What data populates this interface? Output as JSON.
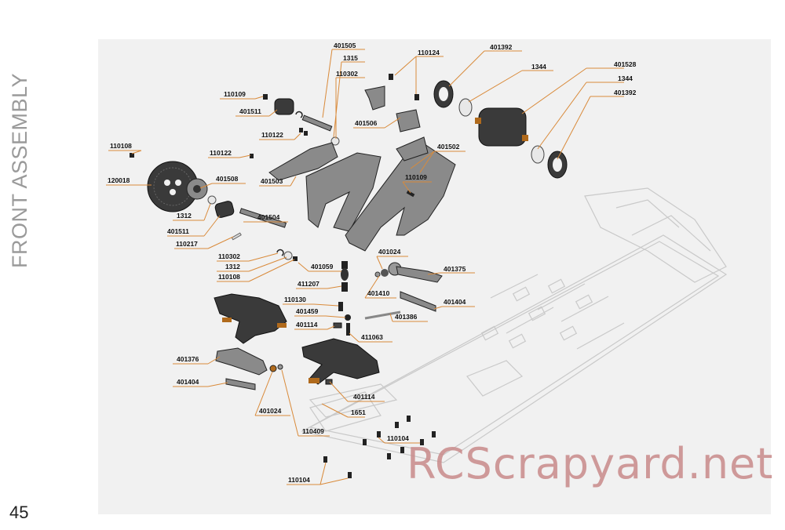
{
  "side_title": "FRONT ASSEMBLY",
  "page_number": "45",
  "watermark": "RCScrapyard.net",
  "colors": {
    "leader": "#d98a3a",
    "panel": "#f1f1f1",
    "watermark": "#c98a8a"
  },
  "labels": {
    "p401505": "401505",
    "p1315": "1315",
    "p401302": "110302",
    "p110124": "110124",
    "p401392a": "401392",
    "p1344a": "1344",
    "p401528": "401528",
    "p1344b": "1344",
    "p401392b": "401392",
    "p110109a": "110109",
    "p401511a": "401511",
    "p110122a": "110122",
    "p401506": "401506",
    "p110108a": "110108",
    "p110122b": "110122",
    "p401502": "401502",
    "p120018": "120018",
    "p401508": "401508",
    "p401503": "401503",
    "p110109b": "110109",
    "p1312a": "1312",
    "p401504": "401504",
    "p401511b": "401511",
    "p110217": "110217",
    "p110302": "110302",
    "p1312b": "1312",
    "p110108b": "110108",
    "p401059": "401059",
    "p401024a": "401024",
    "p401375": "401375",
    "p411207": "411207",
    "p401410": "401410",
    "p110130": "110130",
    "p401404a": "401404",
    "p401459": "401459",
    "p401386": "401386",
    "p401114a": "401114",
    "p411063": "411063",
    "p401376": "401376",
    "p401404b": "401404",
    "p401114b": "401114",
    "p401024b": "401024",
    "p1651": "1651",
    "p110409": "110409",
    "p110104a": "110104",
    "p110104b": "110104"
  }
}
